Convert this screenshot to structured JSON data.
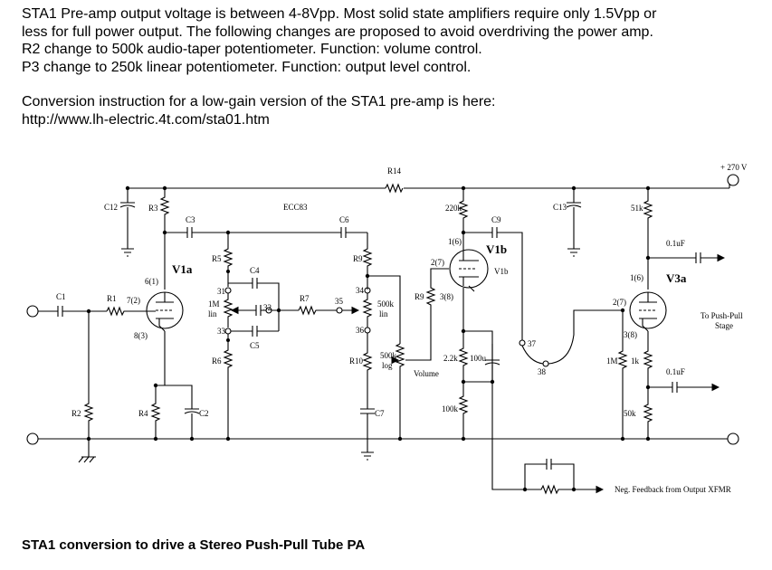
{
  "notes": {
    "line1": "STA1 Pre-amp output voltage is between 4-8Vpp. Most solid state amplifiers require only 1.5Vpp or",
    "line2": "less for full power output. The following changes are proposed to avoid overdriving the power amp.",
    "line3": "R2 change to 500k audio-taper potentiometer. Function: volume control.",
    "line4": "P3 change to 250k linear potentiometer. Function: output level control.",
    "line5": "Conversion instruction for a low-gain version of the STA1 pre-amp is here:",
    "url": "http://www.lh-electric.4t.com/sta01.htm"
  },
  "caption": "STA1 conversion to drive a Stereo Push-Pull Tube PA",
  "schematic": {
    "supply": "+ 270 V",
    "tube_type": "ECC83",
    "tubes": {
      "v1a": "V1a",
      "v1b": "V1b",
      "v1b_small": "V1b",
      "v3a": "V3a"
    },
    "pins": {
      "v1a_plate": "6(1)",
      "v1a_grid": "7(2)",
      "v1a_cathode": "8(3)",
      "v1b_plate": "1(6)",
      "v1b_grid": "2(7)",
      "v1b_cathode": "3(8)",
      "v3a_plate": "1(6)",
      "v3a_grid": "2(7)",
      "v3a_cathode": "3(8)"
    },
    "nodes": {
      "n31": "31",
      "n32": "32",
      "n33": "33",
      "n34": "34",
      "n35": "35",
      "n36": "36",
      "n37": "37",
      "n38": "38"
    },
    "parts": {
      "r14": "R14",
      "c12": "C12",
      "r3": "R3",
      "c3": "C3",
      "c6": "C6",
      "r5": "R5",
      "c4": "C4",
      "pot_1m": "1M",
      "pot_lin": "lin",
      "r7": "R7",
      "c5": "C5",
      "r6": "R6",
      "r9": "R9",
      "pot500k": "500k",
      "pot500k_lin": "lin",
      "r10": "R10",
      "c7": "C7",
      "vol500k": "500k",
      "vol_log": "log",
      "volume": "Volume",
      "c1": "C1",
      "r1": "R1",
      "r2": "R2",
      "r4": "R4",
      "c2": "C2",
      "r220k": "220k",
      "c9": "C9",
      "r9b": "R9",
      "r2_2k": "2.2k",
      "c100u": "100u",
      "r100k": "100k",
      "c13": "C13",
      "r51k": "51k",
      "c01uf_top": "0.1uF",
      "r1m": "1M",
      "r1k": "1k",
      "c01uf_bottom": "0.1uF",
      "r50k": "50k"
    },
    "labels": {
      "to_pp": "To Push-Pull",
      "stage": "Stage",
      "neg_feedback": "Neg. Feedback from Output XFMR"
    }
  }
}
